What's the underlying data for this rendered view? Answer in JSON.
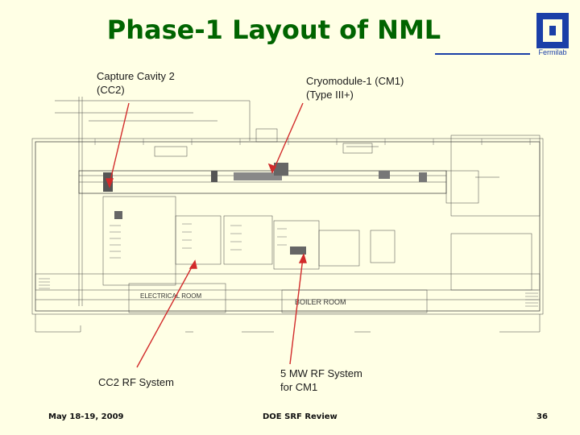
{
  "slide": {
    "title": "Phase-1 Layout of NML",
    "logo_name": "fermilab-logo",
    "logo_text": "Fermilab",
    "accent_color": "#006400",
    "arrow_color": "#D22B2B"
  },
  "callouts": {
    "capture_cavity": "Capture Cavity 2\n(CC2)",
    "cryomodule": "Cryomodule-1 (CM1)\n(Type III+)",
    "cc2_rf": "CC2 RF System",
    "rf_5mw": "5 MW RF System\nfor CM1"
  },
  "drawing_labels": {
    "electrical_room": "ELECTRICAL ROOM",
    "boiler_room": "BOILER ROOM"
  },
  "footer": {
    "date": "May 18-19, 2009",
    "event": "DOE SRF Review",
    "page": "36"
  }
}
